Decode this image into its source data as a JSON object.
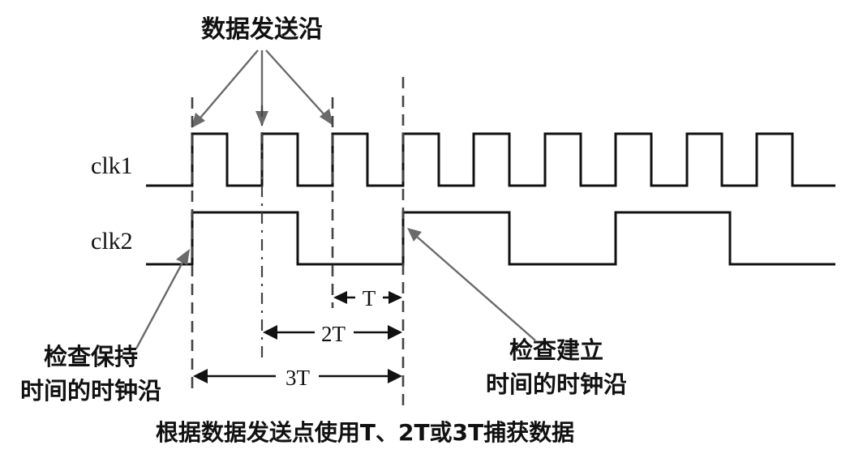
{
  "labels": {
    "send_edge": "数据发送沿",
    "clk1": "clk1",
    "clk2": "clk2",
    "hold_line1": "检查保持",
    "hold_line2": "时间的时钟沿",
    "setup_line1": "检查建立",
    "setup_line2": "时间的时钟沿",
    "t1": "T",
    "t2": "2T",
    "t3": "3T",
    "caption": "根据数据发送点使用T、2T或3T捕获数据"
  },
  "signals": [
    {
      "name": "clk1",
      "period": 1,
      "duty_high": 0.5
    },
    {
      "name": "clk2",
      "period": 3,
      "duty_high": 0.5
    }
  ],
  "colors": {
    "wave": "#111111",
    "pointer": "#6a6a6a",
    "dashed": "#444444"
  }
}
